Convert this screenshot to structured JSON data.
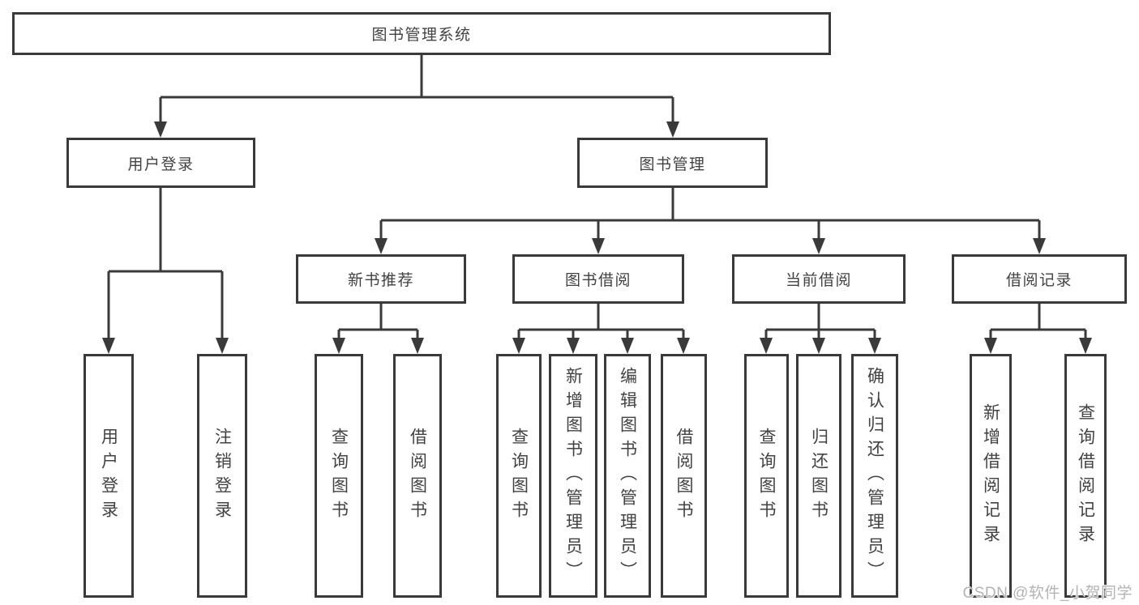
{
  "diagram": {
    "root": {
      "label": "图书管理系统"
    },
    "level2": [
      {
        "label": "用户登录"
      },
      {
        "label": "图书管理"
      }
    ],
    "level3": [
      {
        "label": "新书推荐"
      },
      {
        "label": "图书借阅"
      },
      {
        "label": "当前借阅"
      },
      {
        "label": "借阅记录"
      }
    ],
    "groups": [
      {
        "parent": "用户登录",
        "items": [
          {
            "label": "用户登录"
          },
          {
            "label": "注销登录"
          }
        ]
      },
      {
        "parent": "新书推荐",
        "items": [
          {
            "label": "查询图书"
          },
          {
            "label": "借阅图书"
          }
        ]
      },
      {
        "parent": "图书借阅",
        "items": [
          {
            "label": "查询图书"
          },
          {
            "label": "新增图书（管理员）"
          },
          {
            "label": "编辑图书（管理员）"
          },
          {
            "label": "借阅图书"
          }
        ]
      },
      {
        "parent": "当前借阅",
        "items": [
          {
            "label": "查询图书"
          },
          {
            "label": "归还图书"
          },
          {
            "label": "确认归还（管理员）"
          }
        ]
      },
      {
        "parent": "借阅记录",
        "items": [
          {
            "label": "新增借阅记录"
          },
          {
            "label": "查询借阅记录"
          }
        ]
      }
    ]
  },
  "watermark": {
    "text": "CSDN @软件_小贺同学"
  },
  "colors": {
    "line": "#3a3a3a",
    "text": "#424242",
    "watermark": "#b4b4b4",
    "background": "#ffffff"
  }
}
